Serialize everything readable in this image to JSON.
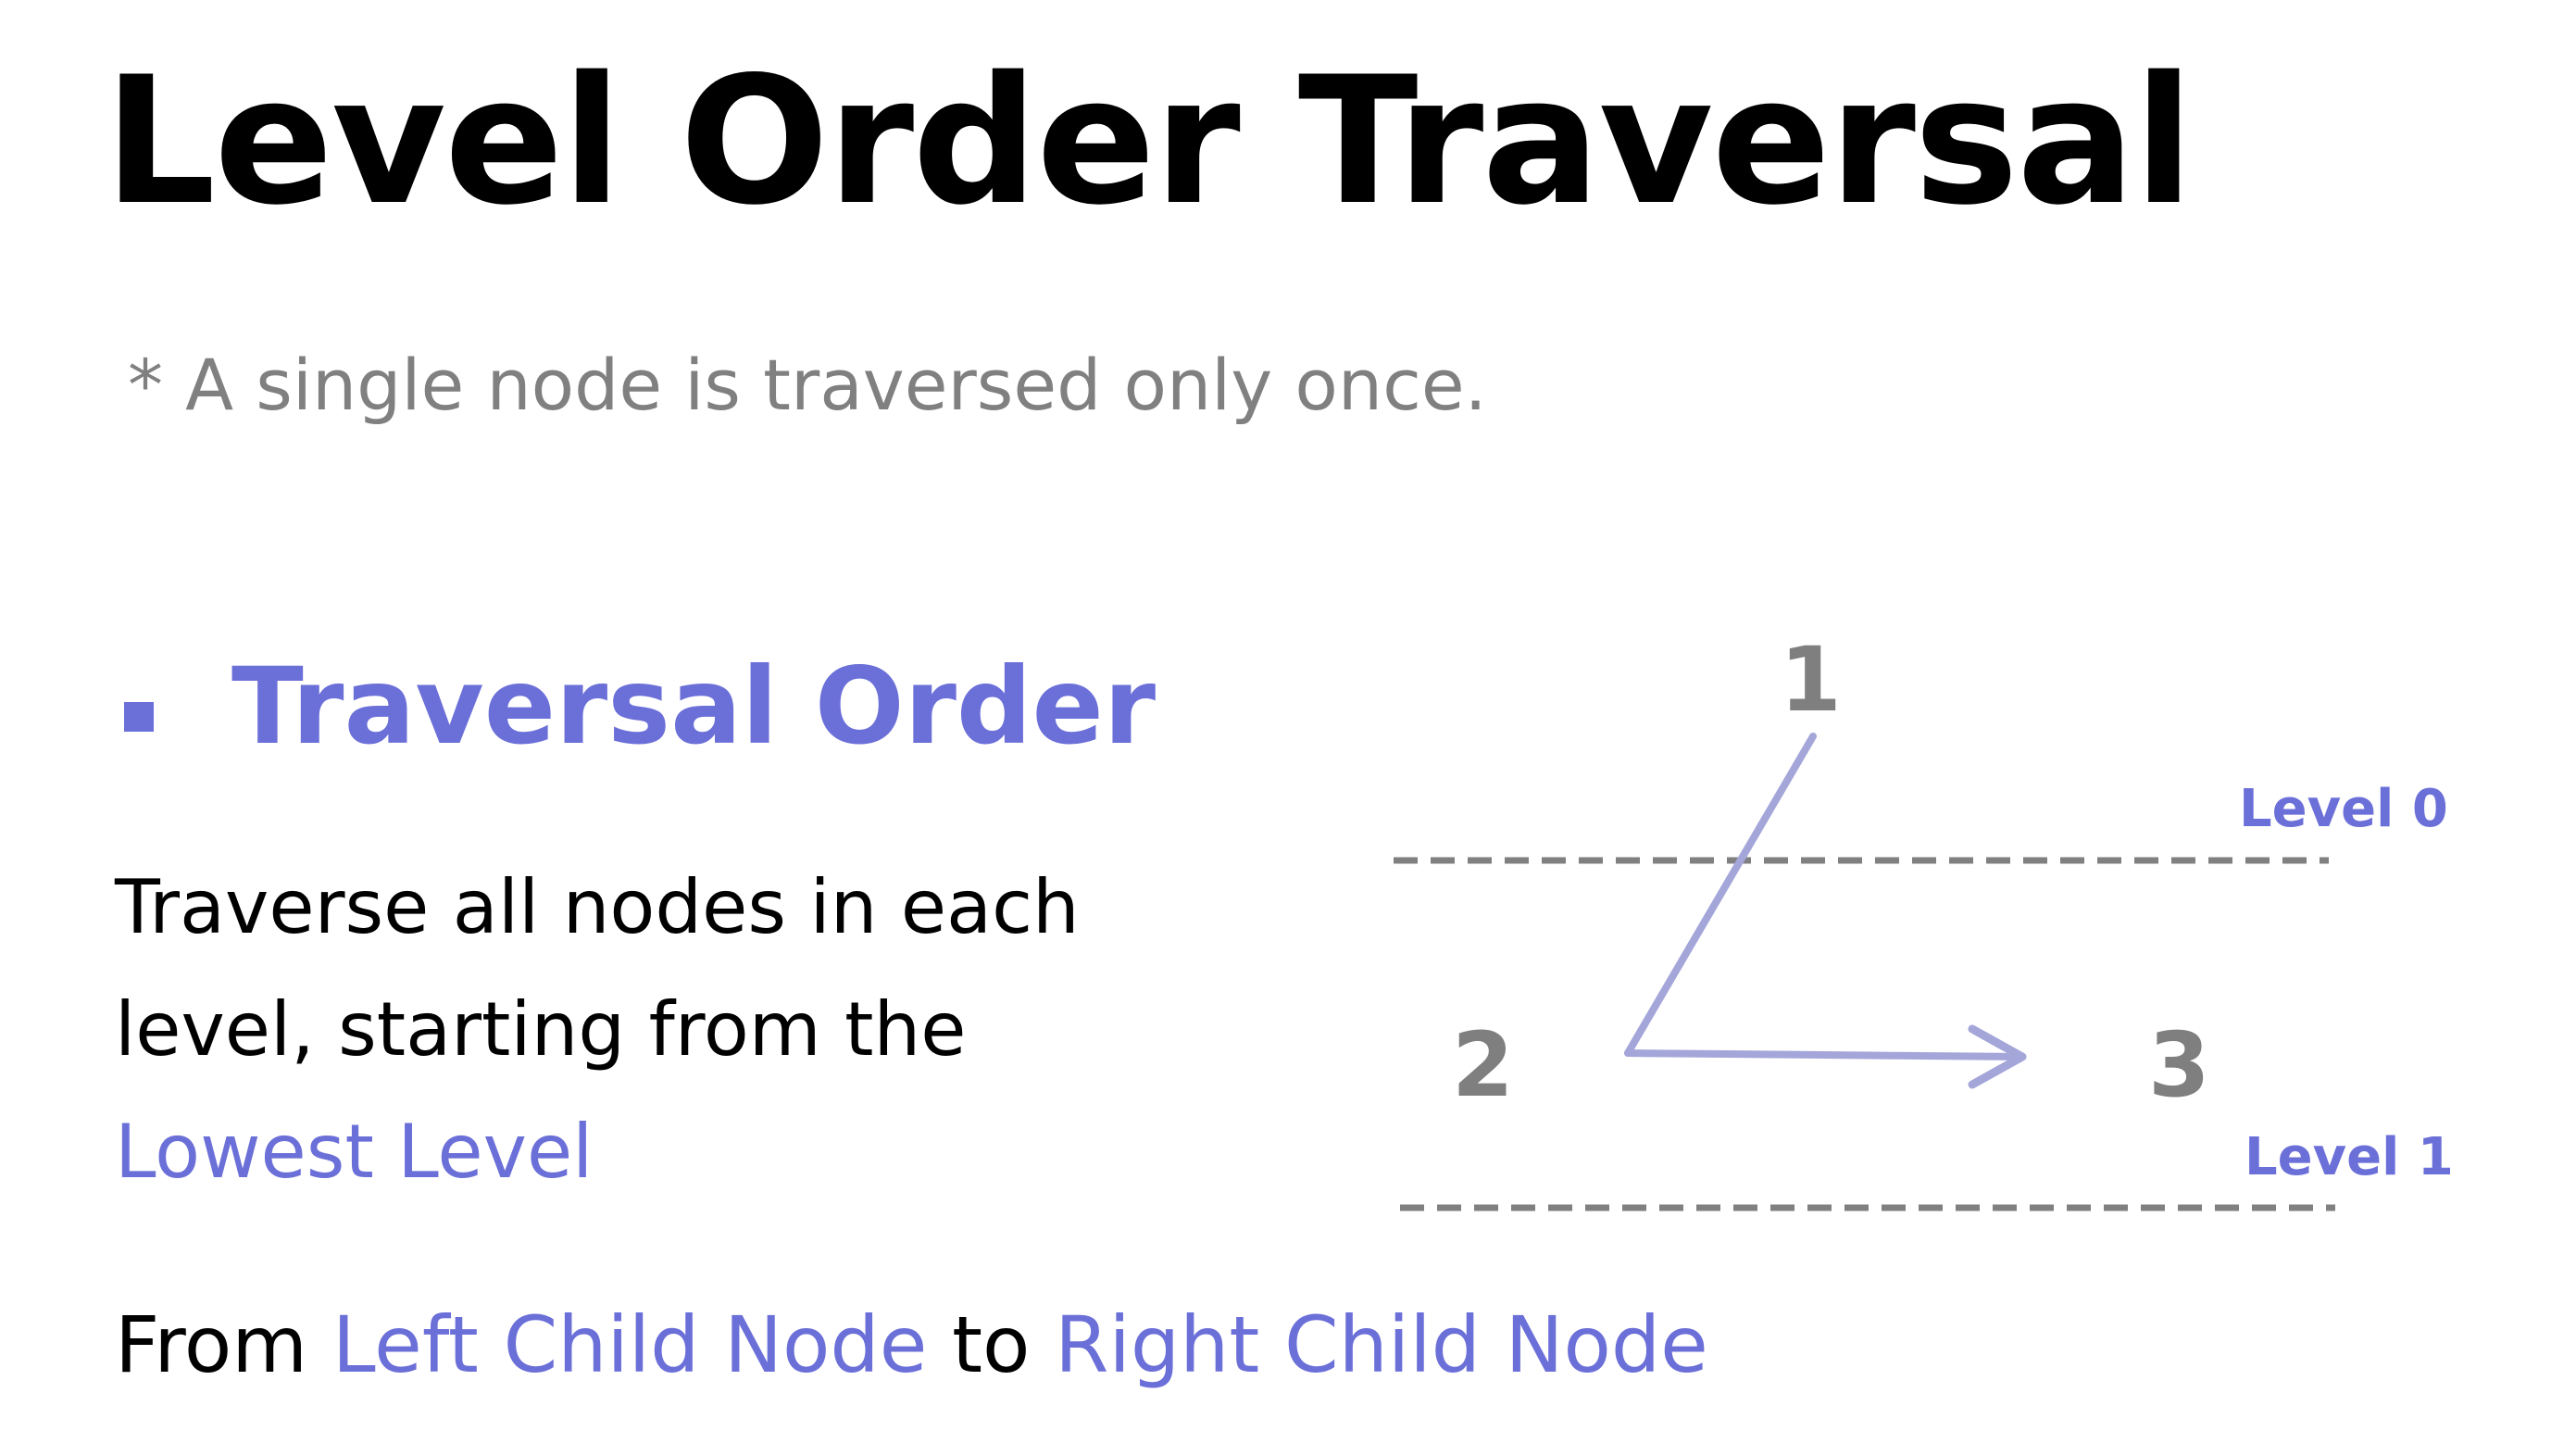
{
  "title": "Level Order Traversal",
  "note": "* A single node is traversed only once.",
  "section": {
    "title": "Traversal Order"
  },
  "description": {
    "line1": "Traverse all nodes in each",
    "line2": "level, starting from the",
    "line3": "Lowest Level"
  },
  "direction": {
    "prefix": "From ",
    "left": "Left Child Node",
    "middle": " to ",
    "right": "Right Child Node"
  },
  "diagram": {
    "nodes": [
      "1",
      "2",
      "3"
    ],
    "levels": [
      "Level 0",
      "Level 1"
    ]
  },
  "colors": {
    "accent": "#6b6fd8",
    "arrow": "#a4a6d9",
    "node_text": "#7f7f7f",
    "note_text": "#808080",
    "dashed_line": "#808080"
  }
}
